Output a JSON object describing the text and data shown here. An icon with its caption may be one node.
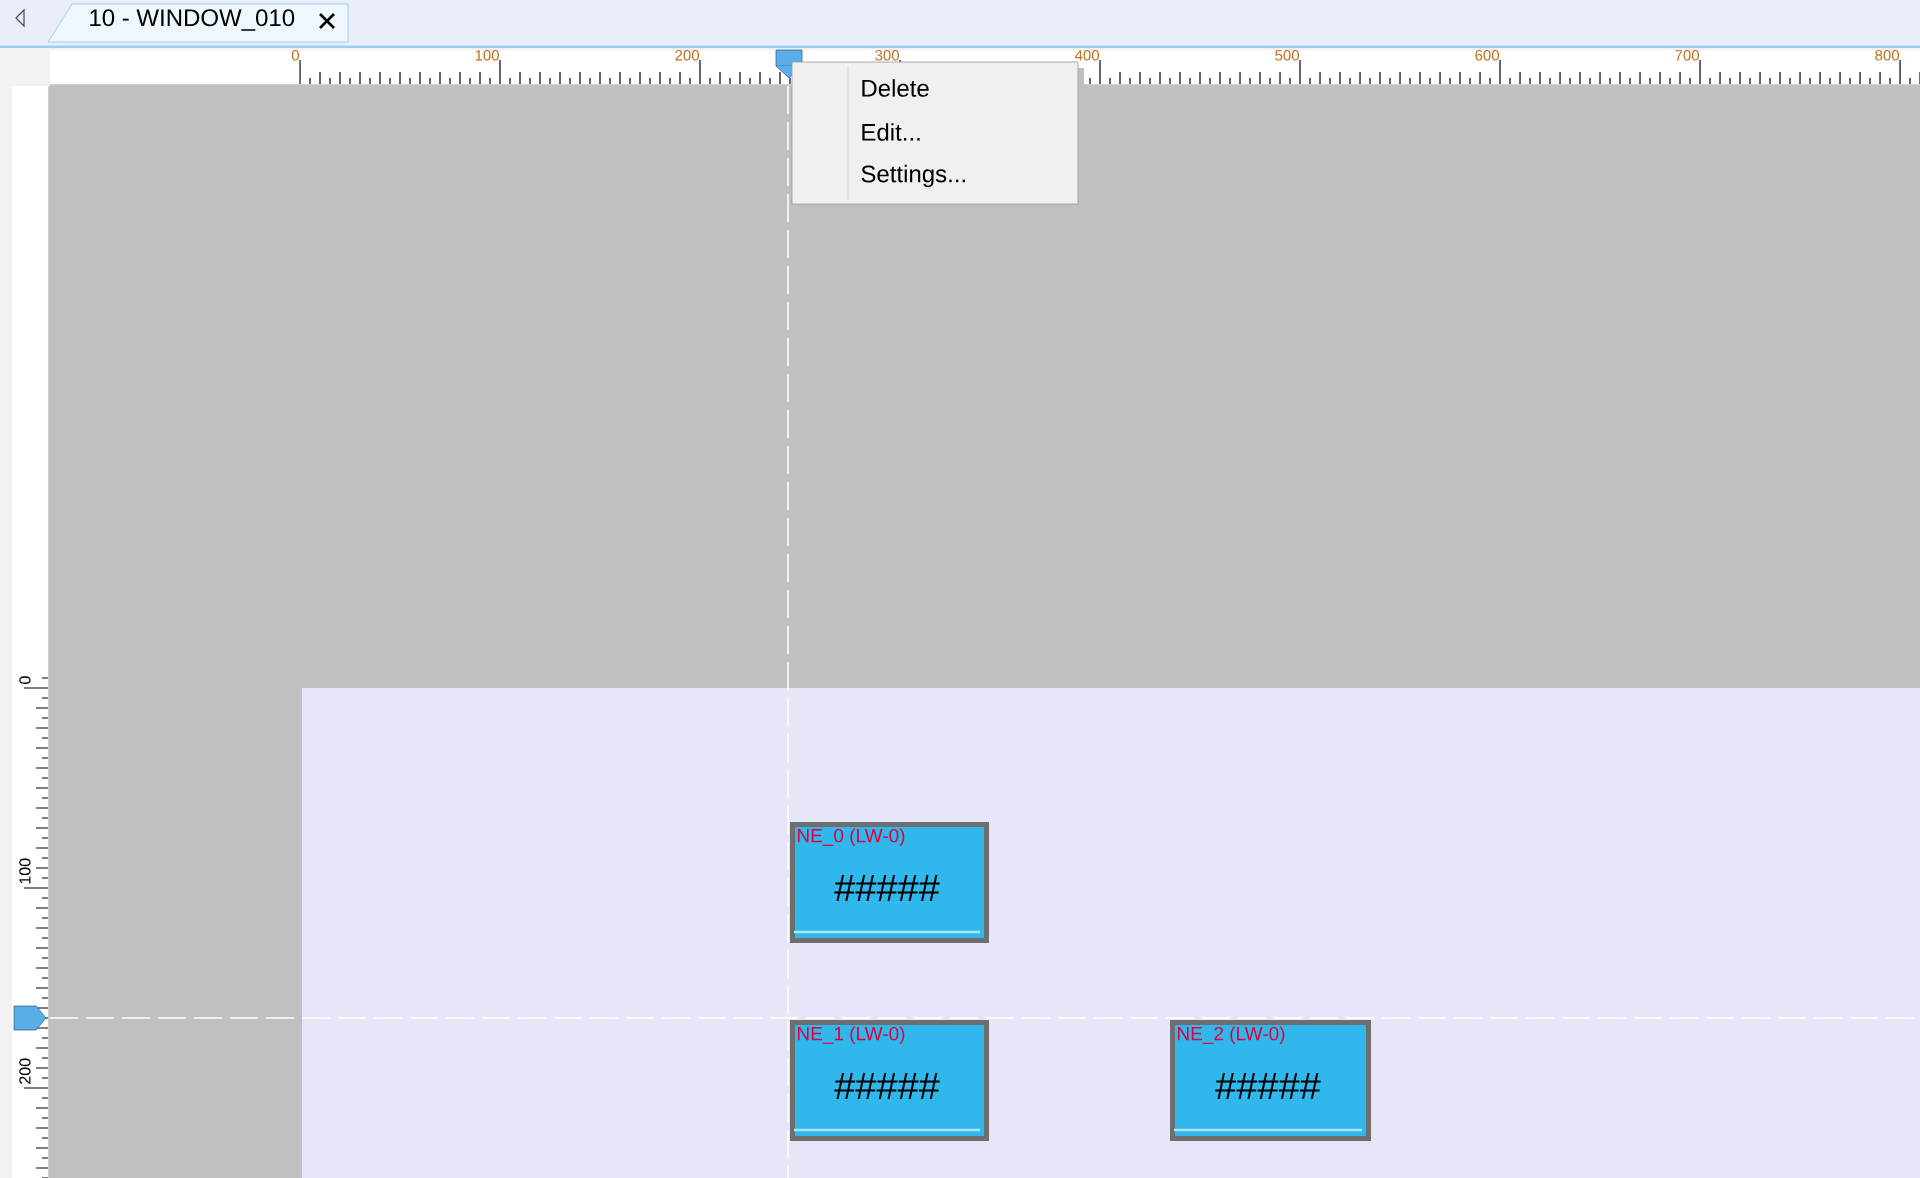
{
  "diagram": {
    "nodes": [
      {
        "text": [
          "NE_0 (LW-0)",
          "#####"
        ]
      },
      {
        "text": [
          "NE_1 (LW-0)",
          "#####"
        ]
      },
      {
        "text": [
          "NE_2 (LW-0)",
          "#####"
        ]
      }
    ],
    "labels": [
      "10 - WINDOW_010",
      "0",
      "100",
      "200",
      "300",
      "400",
      "500",
      "600",
      "700",
      "800",
      "Delete",
      "Edit...",
      "Settings...",
      "0",
      "100",
      "200"
    ]
  }
}
